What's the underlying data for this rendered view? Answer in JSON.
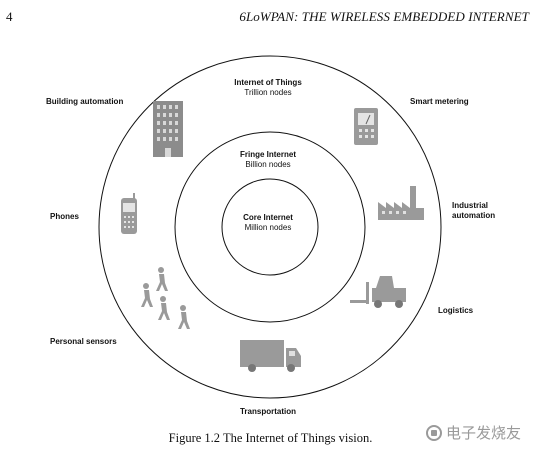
{
  "header": {
    "page_number": "4",
    "running_title": "6LoWPAN: THE WIRELESS EMBEDDED INTERNET"
  },
  "diagram": {
    "rings": [
      {
        "title": "Internet of Things",
        "subtitle": "Trillion nodes"
      },
      {
        "title": "Fringe Internet",
        "subtitle": "Billion nodes"
      },
      {
        "title": "Core Internet",
        "subtitle": "Million nodes"
      }
    ],
    "applications": {
      "building_automation": "Building automation",
      "smart_metering": "Smart metering",
      "industrial_line1": "Industrial",
      "industrial_line2": "automation",
      "phones": "Phones",
      "logistics": "Logistics",
      "personal_sensors": "Personal sensors",
      "transportation": "Transportation"
    }
  },
  "caption": "Figure 1.2  The Internet of Things vision.",
  "watermark": "电子发烧友"
}
